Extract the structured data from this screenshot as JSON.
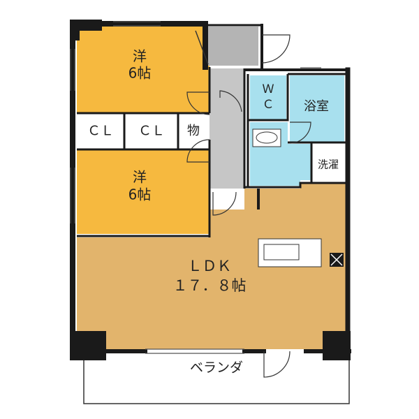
{
  "rooms": {
    "bedroom_top": {
      "type": "洋",
      "size": "6帖"
    },
    "bedroom_bottom": {
      "type": "洋",
      "size": "6帖"
    },
    "closet_left": "ＣＬ",
    "closet_right": "ＣＬ",
    "storage": "物",
    "wc_line1": "Ｗ",
    "wc_line2": "Ｃ",
    "bathroom": "浴室",
    "laundry": "洗濯",
    "ldk_name": "ＬＤＫ",
    "ldk_size": "１７．８帖",
    "veranda": "ベランダ"
  },
  "colors": {
    "bedroom": "#F6B93F",
    "ldk": "#E2B46C",
    "wet_area": "#A8E0EE",
    "corridor": "#C6C6C6",
    "storage_gray": "#B4B4B4",
    "wall": "#1a1a1a"
  }
}
